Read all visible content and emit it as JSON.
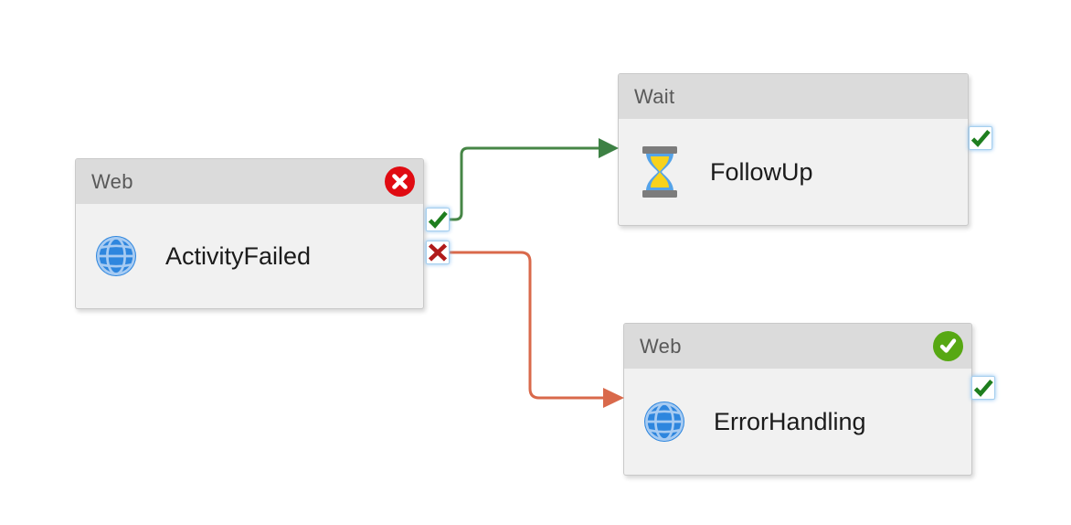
{
  "diagram": {
    "app_context": "pipeline-designer-canvas",
    "background_color": "#ffffff",
    "nodes": [
      {
        "type_label": "Web",
        "name": "ActivityFailed",
        "icon": "globe-icon",
        "status_badge": "failed",
        "output_ports": [
          "success",
          "failure"
        ]
      },
      {
        "type_label": "Wait",
        "name": "FollowUp",
        "icon": "hourglass-icon",
        "status_badge": "none",
        "output_ports": [
          "success"
        ]
      },
      {
        "type_label": "Web",
        "name": "ErrorHandling",
        "icon": "globe-icon",
        "status_badge": "succeeded",
        "output_ports": [
          "success"
        ]
      }
    ],
    "connectors": [
      {
        "from": "ActivityFailed",
        "from_port": "success",
        "to": "FollowUp",
        "type": "on-success",
        "color": "#468646"
      },
      {
        "from": "ActivityFailed",
        "from_port": "failure",
        "to": "ErrorHandling",
        "type": "on-failure",
        "color": "#d9694b"
      }
    ],
    "colors": {
      "node_header_bg": "#dbdbdb",
      "node_body_bg": "#f1f1f1",
      "node_border": "#c9c9c9",
      "header_text": "#595959",
      "name_text": "#1b1b1b",
      "failed_badge": "#e00b12",
      "succeeded_badge": "#57a813",
      "success_connector": "#468646",
      "failure_connector": "#d9694b",
      "port_border": "#a6cfee",
      "port_check_glyph": "#1e7e1e",
      "port_x_glyph": "#b01b1b",
      "globe_blue": "#2e86de",
      "globe_lines": "#a7cbf2",
      "hourglass_glass": "#55a3e8",
      "hourglass_sand": "#f8d21c",
      "hourglass_caps": "#7c7c7c"
    }
  }
}
